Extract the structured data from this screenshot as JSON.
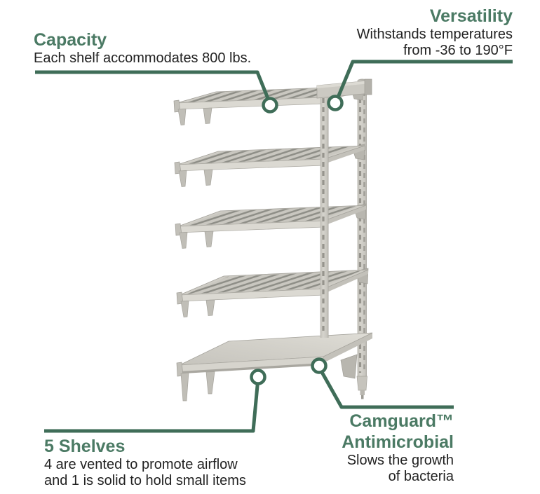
{
  "callouts": {
    "capacity": {
      "title": "Capacity",
      "description": "Each shelf accommodates 800 lbs."
    },
    "versatility": {
      "title": "Versatility",
      "description_line1": "Withstands temperatures",
      "description_line2": "from -36 to 190°F"
    },
    "shelves": {
      "title": "5 Shelves",
      "description_line1": "4 are vented to promote airflow",
      "description_line2": "and 1 is solid to hold small items"
    },
    "camguard": {
      "title_line1": "Camguard™",
      "title_line2": "Antimicrobial",
      "description_line1": "Slows the growth",
      "description_line2": "of bacteria"
    }
  },
  "colors": {
    "accent_green_text": "#4B7A64",
    "callout_line_green": "#3F6D58",
    "body_text": "#222222",
    "shelf_gray": "#CFCDC6",
    "vent_slot_gray": "#8E8E87",
    "background": "#FFFFFF"
  }
}
